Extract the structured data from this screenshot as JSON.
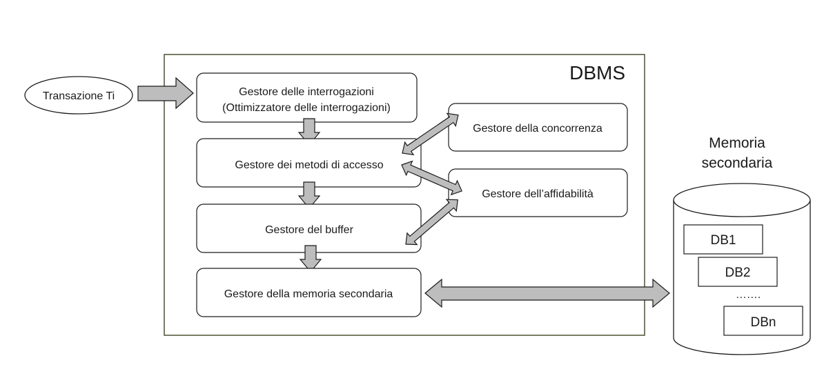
{
  "transaction": {
    "label": "Transazione Ti"
  },
  "dbms": {
    "title": "DBMS"
  },
  "modules": {
    "query_manager": {
      "line1": "Gestore delle interrogazioni",
      "line2": "(Ottimizzatore delle interrogazioni)"
    },
    "access_methods": {
      "label": "Gestore dei metodi di accesso"
    },
    "buffer_manager": {
      "label": "Gestore del buffer"
    },
    "secondary_memory_manager": {
      "label": "Gestore della memoria secondaria"
    },
    "concurrency_manager": {
      "label": "Gestore della concorrenza"
    },
    "reliability_manager": {
      "label": "Gestore dell’affidabilità"
    }
  },
  "storage": {
    "title_line1": "Memoria",
    "title_line2": "secondaria",
    "databases": [
      "DB1",
      "DB2",
      "DBn"
    ],
    "ellipsis": "……."
  },
  "colors": {
    "arrow_fill": "#bdbdbd",
    "dbms_border": "#4a5030",
    "stroke": "#1a1a1a"
  }
}
